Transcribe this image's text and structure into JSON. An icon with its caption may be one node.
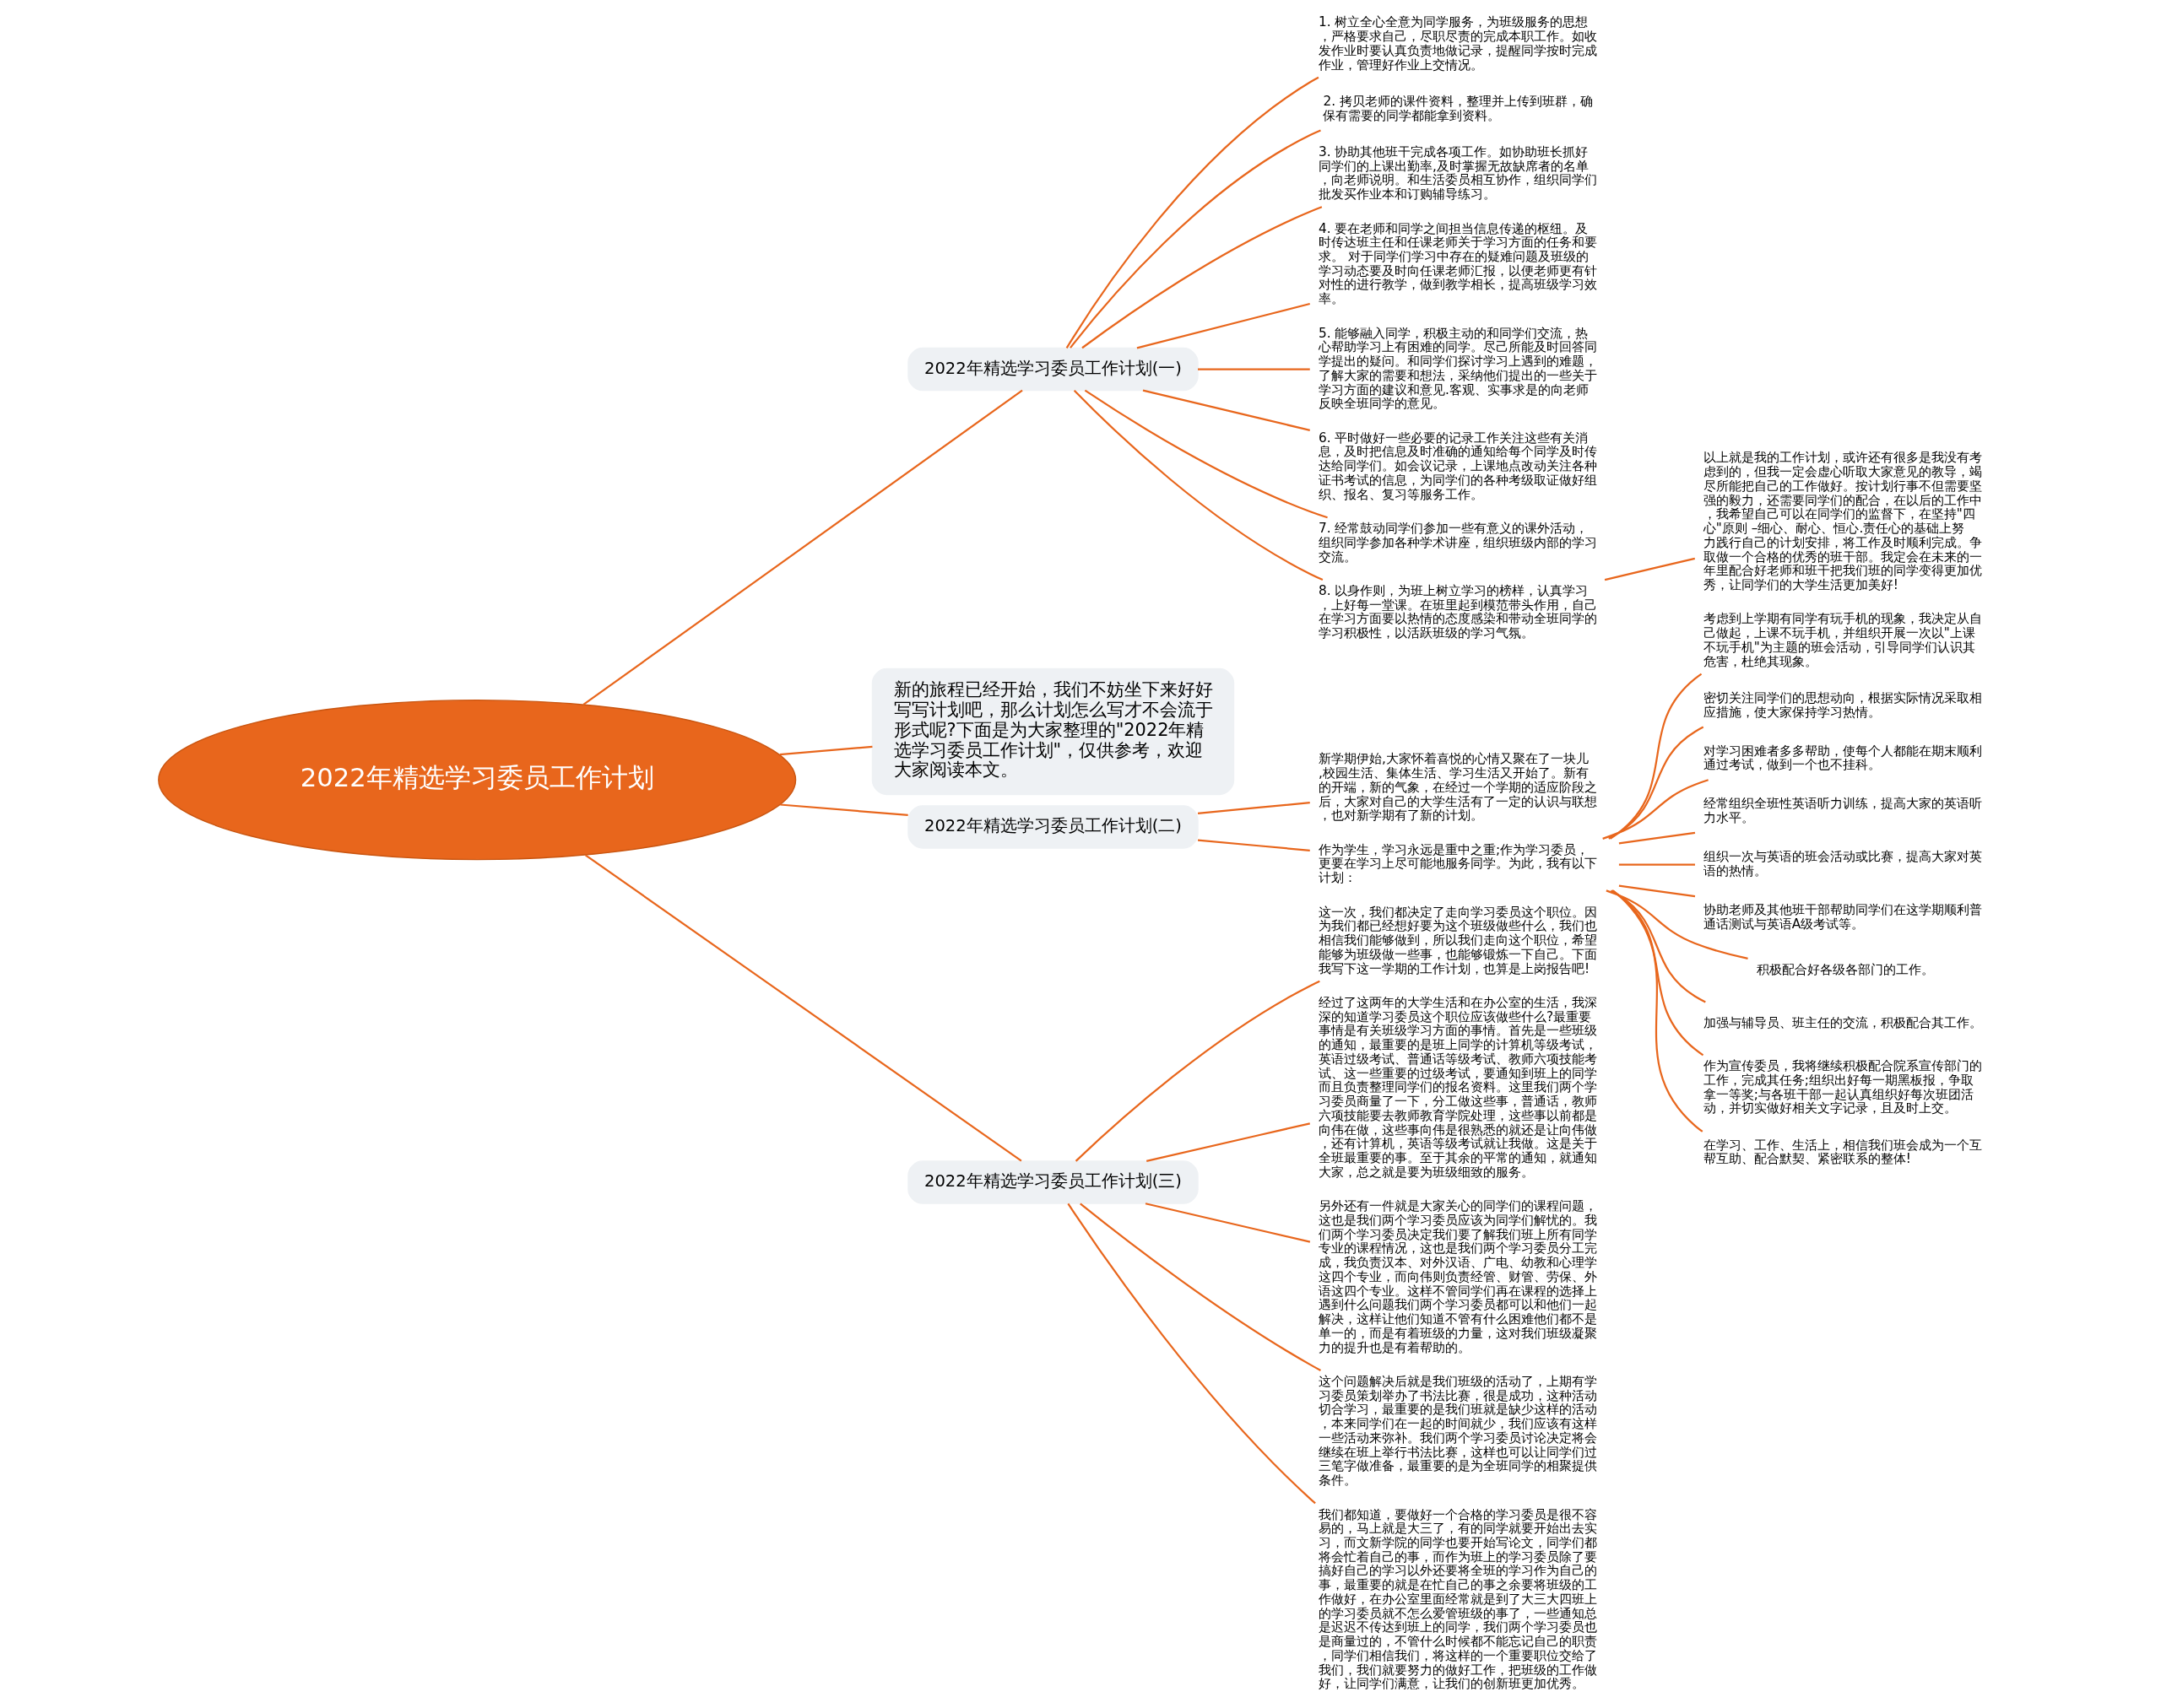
{
  "diagram": {
    "nodes": [
      {
        "text": [
          "2022年精选学习委员工作计划"
        ]
      },
      {
        "text": [
          "2022年精选学习委员工作计划(一)"
        ]
      },
      {
        "text": [
          "1. 树立全心全意为同学服务，为班级服务的思想，严格要求自己，尽职尽责的完成本职工作。如收发作业时要认真负责地做记录，提醒同学按时完成作业，管理好作业上交情况。"
        ]
      },
      {
        "text": [
          "2. 拷贝老师的课件资料，整理并上传到班群，确保有需要的同学都能拿到资料。"
        ]
      },
      {
        "text": [
          "3. 协助其他班干完成各项工作。如协助班长抓好同学们的上课出勤率,及时掌握无故缺席者的名单，向老师说明。和生活委员相互协作，组织同学们批发买作业本和订购辅导练习。"
        ]
      },
      {
        "text": [
          "4. 要在老师和同学之间担当信息传递的枢纽。及时传达班主任和任课老师关于学习方面的任务和要求。 对于同学们学习中存在的疑难问题及班级的学习动态要及时向任课老师汇报，以便老师更有针对性的进行教学，做到教学相长，提高班级学习效率。"
        ]
      },
      {
        "text": [
          "5. 能够融入同学，积极主动的和同学们交流，热心帮助学习上有困难的同学。尽己所能及时回答同学提出的疑问。和同学们探讨学习上遇到的难题，了解大家的需要和想法，采纳他们提出的一些关于学习方面的建议和意见.客观、实事求是的向老师反映全班同学的意见。"
        ]
      },
      {
        "text": [
          "6. 平时做好一些必要的记录工作关注这些有关消息，及时把信息及时准确的通知给每个同学及时传达给同学们。如会议记录，上课地点改动关注各种证书考试的信息，为同学们的各种考级取证做好组织、报名、复习等服务工作。"
        ]
      },
      {
        "text": [
          "7. 经常鼓动同学们参加一些有意义的课外活动，组织同学参加各种学术讲座，组织班级内部的学习交流。"
        ]
      },
      {
        "text": [
          "8. 以身作则，为班上树立学习的榜样，认真学习，上好每一堂课。在班里起到模范带头作用，自己在学习方面要以热情的态度感染和带动全班同学的学习积极性，以活跃班级的学习气氛。"
        ]
      },
      {
        "text": [
          "以上就是我的工作计划，或许还有很多是我没有考虑到的，但我一定会虚心听取大家意见的教导，竭尽所能把自己的工作做好。按计划行事不但需要坚强的毅力，还需要同学们的配合，在以后的工作中，我希望自己可以在同学们的监督下，在坚持\"四心\"原则 –细心、耐心、恒心.责任心的基础上努力践行自己的计划安排，将工作及时顺利完成。争取做一个合格的优秀的班干部。我定会在未来的一年里配合好老师和班干把我们班的同学变得更加优秀，让同学们的大学生活更加美好!"
        ]
      },
      {
        "text": [
          "新的旅程已经开始，我们不妨坐下来好好写写计划吧，那么计划怎么写才不会流于形式呢?下面是为大家整理的\"2022年精选学习委员工作计划\"，仅供参考，欢迎大家阅读本文。"
        ]
      },
      {
        "text": [
          "2022年精选学习委员工作计划(二)"
        ]
      },
      {
        "text": [
          "新学期伊始,大家怀着喜悦的心情又聚在了一块儿,校园生活、集体生活、学习生活又开始了。新有的开端，新的气象，在经过一个学期的适应阶段之后，大家对自己的大学生活有了一定的认识与联想，也对新学期有了新的计划。"
        ]
      },
      {
        "text": [
          "作为学生，学习永远是重中之重;作为学习委员，更要在学习上尽可能地服务同学。为此，我有以下计划："
        ]
      },
      {
        "text": [
          "考虑到上学期有同学有玩手机的现象，我决定从自己做起，上课不玩手机，并组织开展一次以\"上课不玩手机\"为主题的班会活动，引导同学们认识其危害，杜绝其现象。"
        ]
      },
      {
        "text": [
          "密切关注同学们的思想动向，根据实际情况采取相应措施，使大家保持学习热情。"
        ]
      },
      {
        "text": [
          "对学习困难者多多帮助，使每个人都能在期末顺利通过考试，做到一个也不挂科。"
        ]
      },
      {
        "text": [
          "经常组织全班性英语听力训练，提高大家的英语听力水平。"
        ]
      },
      {
        "text": [
          "组织一次与英语的班会活动或比赛，提高大家对英语的热情。"
        ]
      },
      {
        "text": [
          "协助老师及其他班干部帮助同学们在这学期顺利普通话测试与英语A级考试等。"
        ]
      },
      {
        "text": [
          "积极配合好各级各部门的工作。"
        ]
      },
      {
        "text": [
          "加强与辅导员、班主任的交流，积极配合其工作。"
        ]
      },
      {
        "text": [
          "作为宣传委员，我将继续积极配合院系宣传部门的工作，完成其任务;组织出好每一期黑板报，争取拿一等奖;与各班干部一起认真组织好每次班团活动，并切实做好相关文字记录，且及时上交。"
        ]
      },
      {
        "text": [
          "在学习、工作、生活上，相信我们班会成为一个互帮互助、配合默契、紧密联系的整体!"
        ]
      },
      {
        "text": [
          "2022年精选学习委员工作计划(三)"
        ]
      },
      {
        "text": [
          "这一次，我们都决定了走向学习委员这个职位。因为我们都已经想好要为这个班级做些什么，我们也相信我们能够做到，所以我们走向这个职位，希望能够为班级做一些事，也能够锻炼一下自己。下面我写下这一学期的工作计划，也算是上岗报告吧!"
        ]
      },
      {
        "text": [
          "经过了这两年的大学生活和在办公室的生活，我深深的知道学习委员这个职位应该做些什么?最重要事情是有关班级学习方面的事情。首先是一些班级的通知，最重要的是班上同学的计算机等级考试，英语过级考试、普通话等级考试、教师六项技能考试、这一些重要的过级考试，要通知到班上的同学而且负责整理同学们的报名资料。这里我们两个学习委员商量了一下，分工做这些事，普通话，教师六项技能要去教师教育学院处理，这些事以前都是向伟在做，这些事向伟是很熟悉的就还是让向伟做，还有计算机，英语等级考试就让我做。这是关于全班最重要的事。至于其余的平常的通知，就通知大家，总之就是要为班级细致的服务。"
        ]
      },
      {
        "text": [
          "另外还有一件就是大家关心的同学们的课程问题，这也是我们两个学习委员应该为同学们解忧的。我们两个学习委员决定我们要了解我们班上所有同学专业的课程情况，这也是我们两个学习委员分工完成，我负责汉本、对外汉语、广电、幼教和心理学这四个专业，而向伟则负责经管、财管、劳保、外语这四个专业。这样不管同学们再在课程的选择上遇到什么问题我们两个学习委员都可以和他们一起解决，这样让他们知道不管有什么困难他们都不是单一的，而是有着班级的力量，这对我们班级凝聚力的提升也是有着帮助的。"
        ]
      },
      {
        "text": [
          "这个问题解决后就是我们班级的活动了，上期有学习委员策划举办了书法比赛，很是成功，这种活动切合学习，最重要的是我们班就是缺少这样的活动，本来同学们在一起的时间就少，我们应该有这样一些活动来弥补。我们两个学习委员讨论决定将会继续在班上举行书法比赛，这样也可以让同学们过三笔字做准备，最重要的是为全班同学的相聚提供条件。"
        ]
      },
      {
        "text": [
          "我们都知道，要做好一个合格的学习委员是很不容易的，马上就是大三了，有的同学就要开始出去实习，而文新学院的同学也要开始写论文，同学们都将会忙着自己的事，而作为班上的学习委员除了要搞好自己的学习以外还要将全班的学习作为自己的事，最重要的就是在忙自己的事之余要将班级的工作做好，在办公室里面经常就是到了大三大四班上的学习委员就不怎么爱管班级的事了，一些通知总是迟迟不传达到班上的同学，我们两个学习委员也是商量过的，不管什么时候都不能忘记自己的职责，同学们相信我们，将这样的一个重要职位交给了我们，我们就要努力的做好工作，把班级的工作做好，让同学们满意，让我们的创新班更加优秀。"
        ]
      }
    ],
    "edges": [
      {
        "from": 0,
        "to": 1,
        "arrow": "none"
      },
      {
        "from": 1,
        "to": 2,
        "arrow": "none"
      },
      {
        "from": 1,
        "to": 3,
        "arrow": "none"
      },
      {
        "from": 1,
        "to": 4,
        "arrow": "none"
      },
      {
        "from": 1,
        "to": 5,
        "arrow": "none"
      },
      {
        "from": 1,
        "to": 6,
        "arrow": "none"
      },
      {
        "from": 1,
        "to": 7,
        "arrow": "none"
      },
      {
        "from": 1,
        "to": 8,
        "arrow": "none"
      },
      {
        "from": 1,
        "to": 9,
        "arrow": "none"
      },
      {
        "from": 9,
        "to": 10,
        "arrow": "none"
      },
      {
        "from": 0,
        "to": 11,
        "arrow": "none"
      },
      {
        "from": 0,
        "to": 12,
        "arrow": "none"
      },
      {
        "from": 12,
        "to": 13,
        "arrow": "none"
      },
      {
        "from": 12,
        "to": 14,
        "arrow": "none"
      },
      {
        "from": 14,
        "to": 15,
        "arrow": "none"
      },
      {
        "from": 14,
        "to": 16,
        "arrow": "none"
      },
      {
        "from": 14,
        "to": 17,
        "arrow": "none"
      },
      {
        "from": 14,
        "to": 18,
        "arrow": "none"
      },
      {
        "from": 14,
        "to": 19,
        "arrow": "none"
      },
      {
        "from": 14,
        "to": 20,
        "arrow": "none"
      },
      {
        "from": 14,
        "to": 21,
        "arrow": "none"
      },
      {
        "from": 14,
        "to": 22,
        "arrow": "none"
      },
      {
        "from": 14,
        "to": 23,
        "arrow": "none"
      },
      {
        "from": 14,
        "to": 24,
        "arrow": "none"
      },
      {
        "from": 0,
        "to": 25,
        "arrow": "none"
      },
      {
        "from": 25,
        "to": 26,
        "arrow": "none"
      },
      {
        "from": 25,
        "to": 27,
        "arrow": "none"
      },
      {
        "from": 25,
        "to": 28,
        "arrow": "none"
      },
      {
        "from": 25,
        "to": 29,
        "arrow": "none"
      },
      {
        "from": 25,
        "to": 30,
        "arrow": "none"
      }
    ]
  }
}
